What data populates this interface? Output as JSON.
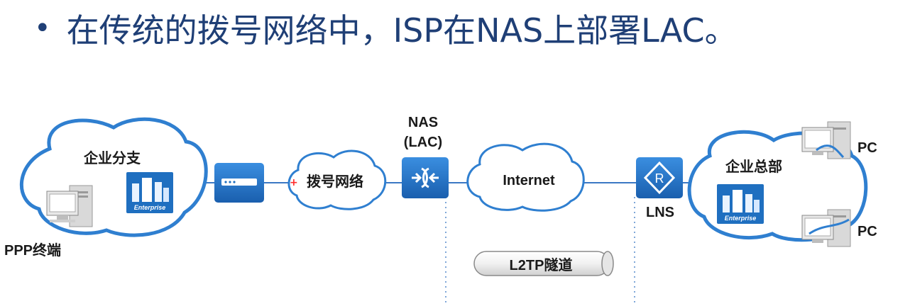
{
  "heading": {
    "bullet": "•",
    "text": "在传统的拨号网络中，ISP在NAS上部署LAC。"
  },
  "diagram": {
    "branch_label": "企业分支",
    "hq_label": "企业总部",
    "dialup_label": "拨号网络",
    "internet_label": "Internet",
    "nas_label_line1": "NAS",
    "nas_label_line2": "(LAC)",
    "lns_label": "LNS",
    "ppp_label": "PPP终端",
    "pc1_label": "PC",
    "pc2_label": "PC",
    "tunnel_label": "L2TP隧道",
    "enterprise_logo_text": "Enterprise"
  },
  "colors": {
    "title": "#1f3f76",
    "cloud_stroke": "#2f7fd0",
    "device_blue": "#1f6fc0",
    "line": "#3b78c4"
  }
}
